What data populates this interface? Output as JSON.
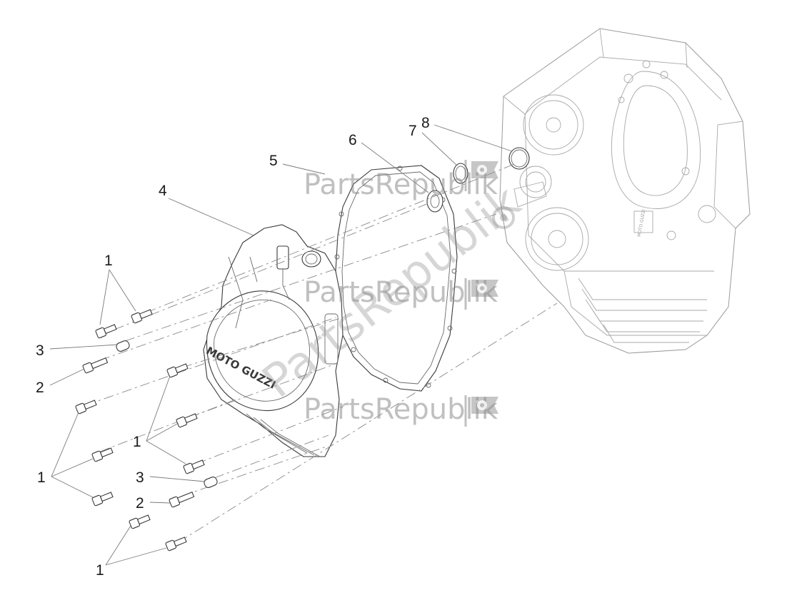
{
  "callouts": {
    "c1a": "1",
    "c1b": "1",
    "c1c": "1",
    "c1d": "1",
    "c2a": "2",
    "c2b": "2",
    "c3a": "3",
    "c3b": "3",
    "c4": "4",
    "c5": "5",
    "c6": "6",
    "c7": "7",
    "c8": "8"
  },
  "cover": {
    "logo_text": "MOTO GUZZI"
  },
  "engine": {
    "logo_text": "MOTO GUZZI"
  },
  "watermark": {
    "text": "PartsRepublik",
    "icon": "gear-flag-icon"
  },
  "colors": {
    "line": "#3a3a3a",
    "engine_line": "#9a9a9a",
    "watermark": "#8d8d8d"
  }
}
